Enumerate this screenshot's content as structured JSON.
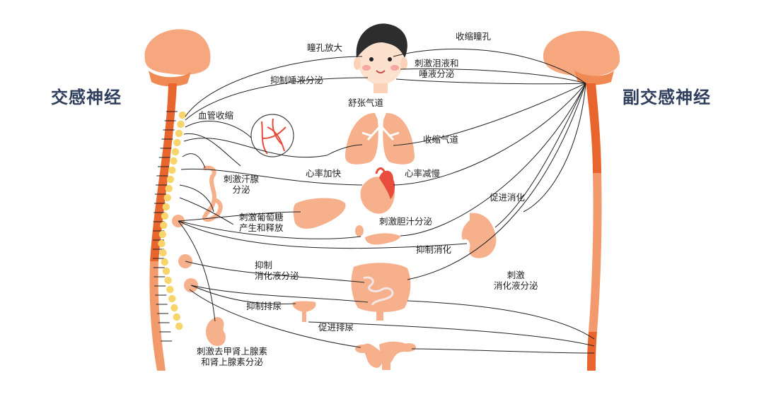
{
  "titles": {
    "sympathetic": "交感神经",
    "parasympathetic": "副交感神经"
  },
  "labels": {
    "pupil_dilate": "瞳孔放大",
    "pupil_constrict": "收缩瞳孔",
    "tear_saliva_l1": "刺激泪液和",
    "tear_saliva_l2": "唾液分泌",
    "inhibit_saliva": "抑制唾液分泌",
    "bronchodilate": "舒张气道",
    "vasoconstrict": "血管收缩",
    "bronchoconstrict": "收缩气道",
    "sweat_l1": "刺激汗腺",
    "sweat_l2": "分泌",
    "heart_faster": "心率加快",
    "heart_slower": "心率减慢",
    "promote_digest": "促进消化",
    "glucose_l1": "刺激葡萄糖",
    "glucose_l2": "产生和释放",
    "bile": "刺激胆汁分泌",
    "inhibit_digest": "抑制消化",
    "inhibit_juice_l1": "抑制",
    "inhibit_juice_l2": "消化液分泌",
    "stim_juice_l1": "刺激",
    "stim_juice_l2": "消化液分泌",
    "inhibit_urine": "抑制排尿",
    "promote_urine": "促进排尿",
    "adrenal_l1": "刺激去甲肾上腺素",
    "adrenal_l2": "和肾上腺素分泌"
  },
  "colors": {
    "brain": "#f7a77d",
    "brain_shade": "#f08a54",
    "spine_upper": "#e8652e",
    "spine_lower": "#f29a6c",
    "ganglion": "#f7d56b",
    "organ": "#f6b08c",
    "heart": "#e74c3c",
    "nerve": "#222222",
    "title": "#2f3e5c"
  }
}
